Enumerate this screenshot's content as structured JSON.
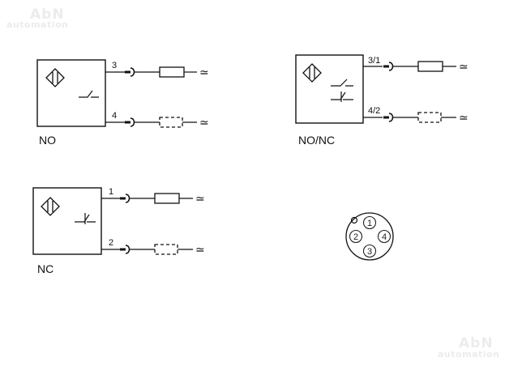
{
  "watermark": {
    "brand": "AbN",
    "sub": "automation"
  },
  "diagrams": {
    "no": {
      "caption": "NO",
      "pin_top": "3",
      "pin_bottom": "4"
    },
    "nonc": {
      "caption": "NO/NC",
      "pin_top": "3/1",
      "pin_bottom": "4/2"
    },
    "nc": {
      "caption": "NC",
      "pin_top": "1",
      "pin_bottom": "2"
    }
  },
  "connector": {
    "pins": [
      "1",
      "2",
      "3",
      "4"
    ]
  },
  "supply_symbol": "≃"
}
